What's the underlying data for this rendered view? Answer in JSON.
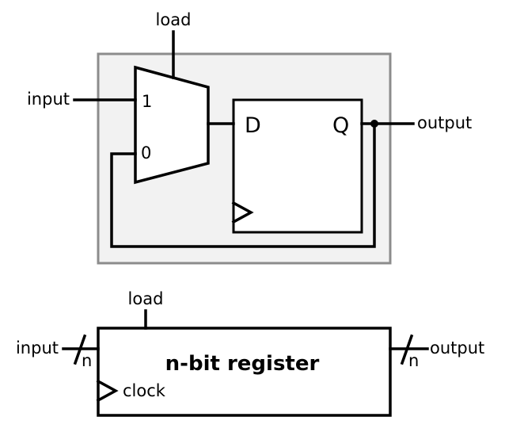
{
  "top": {
    "load": "load",
    "input": "input",
    "output": "output",
    "mux_in1": "1",
    "mux_in0": "0",
    "ff_d": "D",
    "ff_q": "Q"
  },
  "bottom": {
    "load": "load",
    "input": "input",
    "output": "output",
    "input_width": "n",
    "output_width": "n",
    "title": "n-bit register",
    "clock": "clock"
  }
}
